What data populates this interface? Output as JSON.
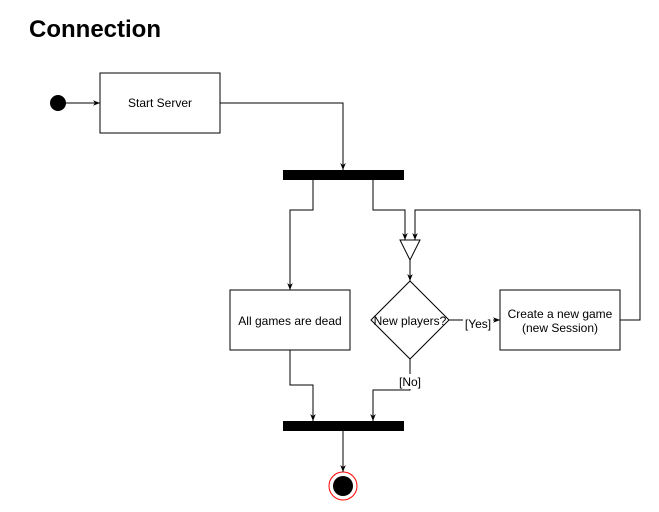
{
  "title": "Connection",
  "nodes": {
    "start_server": "Start Server",
    "all_games_dead": "All games are dead",
    "new_players": "New players?",
    "create_game_line1": "Create a new game",
    "create_game_line2": "(new Session)"
  },
  "edges": {
    "yes_label": "[Yes]",
    "no_label": "[No]"
  },
  "colors": {
    "stroke": "#000000",
    "bar_fill": "#000000",
    "final_ring": "#ff0000",
    "background": "#ffffff"
  }
}
